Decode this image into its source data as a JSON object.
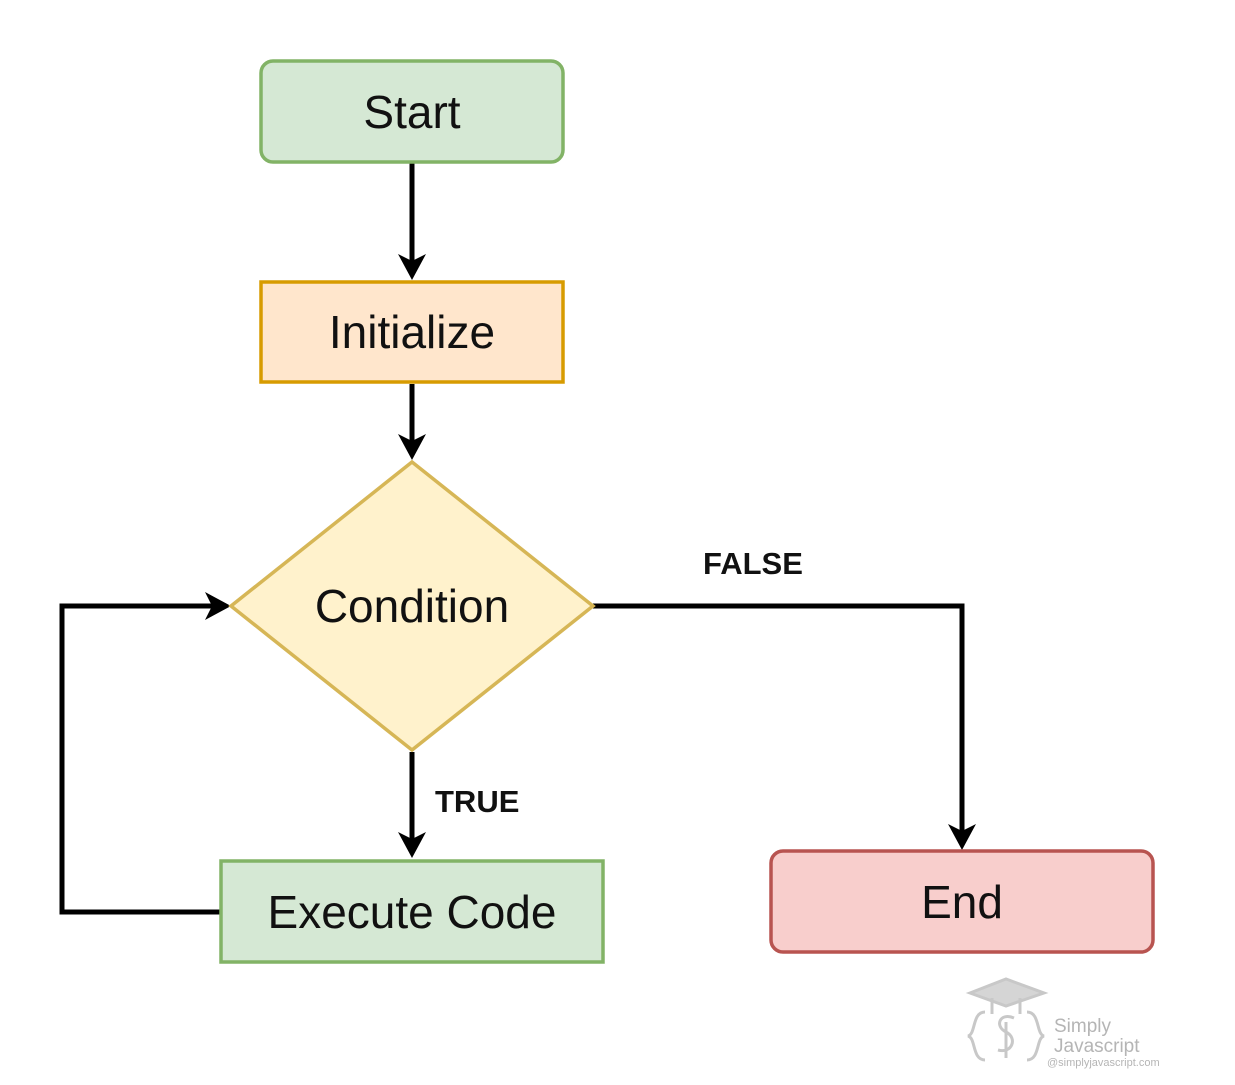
{
  "nodes": {
    "start": {
      "label": "Start",
      "fill": "#d5e8d4",
      "stroke": "#82b366"
    },
    "initialize": {
      "label": "Initialize",
      "fill": "#ffe6cc",
      "stroke": "#d79b00"
    },
    "condition": {
      "label": "Condition",
      "fill": "#fff2cc",
      "stroke": "#d6b656"
    },
    "execute": {
      "label": "Execute Code",
      "fill": "#d5e8d4",
      "stroke": "#82b366"
    },
    "end": {
      "label": "End",
      "fill": "#f8cecc",
      "stroke": "#b85450"
    }
  },
  "edges": {
    "true_label": "TRUE",
    "false_label": "FALSE",
    "color": "#000000"
  },
  "watermark": {
    "line1": "Simply",
    "line2": "Javascript",
    "line3": "@simplyjavascript.com",
    "icon": "graduation-cap-logo-icon"
  }
}
